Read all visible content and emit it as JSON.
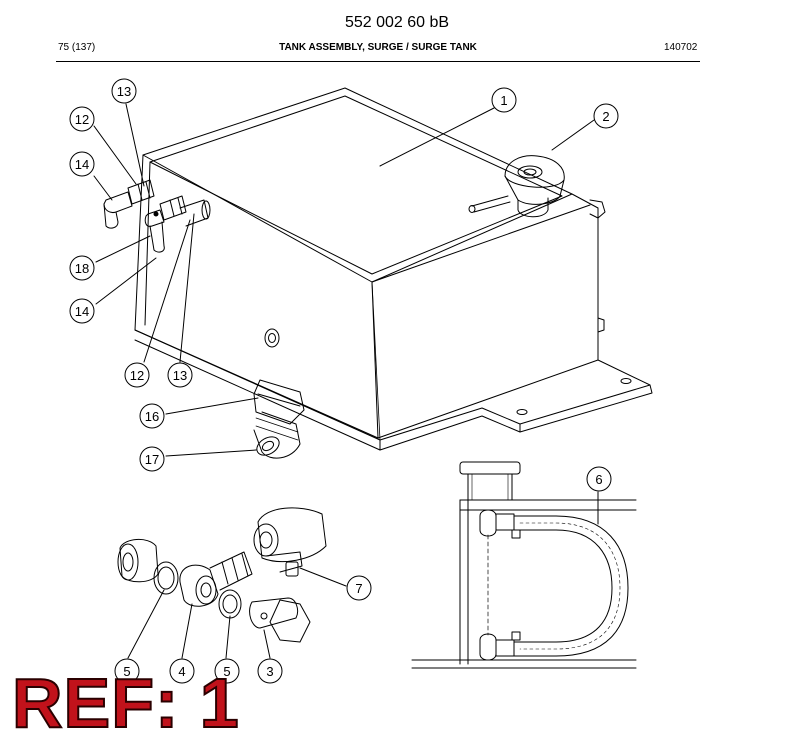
{
  "header": {
    "doc_number": "552 002 60 bB",
    "page": "75 (137)",
    "title": "TANK ASSEMBLY, SURGE / SURGE TANK",
    "date_code": "140702"
  },
  "callouts": [
    {
      "id": "c1",
      "label": "1"
    },
    {
      "id": "c2",
      "label": "2"
    },
    {
      "id": "c13a",
      "label": "13"
    },
    {
      "id": "c12a",
      "label": "12"
    },
    {
      "id": "c14a",
      "label": "14"
    },
    {
      "id": "c18",
      "label": "18"
    },
    {
      "id": "c14b",
      "label": "14"
    },
    {
      "id": "c12b",
      "label": "12"
    },
    {
      "id": "c13b",
      "label": "13"
    },
    {
      "id": "c16",
      "label": "16"
    },
    {
      "id": "c17",
      "label": "17"
    },
    {
      "id": "c6",
      "label": "6"
    },
    {
      "id": "c7",
      "label": "7"
    },
    {
      "id": "c5a",
      "label": "5"
    },
    {
      "id": "c4",
      "label": "4"
    },
    {
      "id": "c5b",
      "label": "5"
    },
    {
      "id": "c3",
      "label": "3"
    }
  ],
  "stamp": "REF: 1"
}
